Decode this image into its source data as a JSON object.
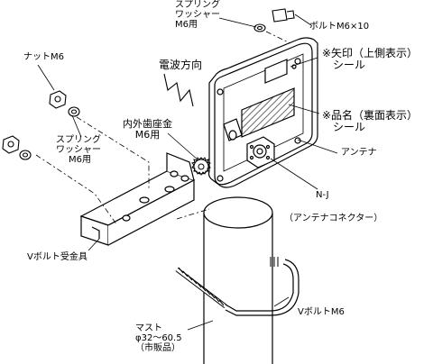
{
  "labels": {
    "spring_washer_top": [
      "スプリング",
      "ワッシャー",
      "M6用"
    ],
    "bolt_m6x10": "ボルトM6×10",
    "nut_m6": "ナットM6",
    "wave_direction": "電波方向",
    "arrow_mark": [
      "※矢印（上側表示）",
      "シール"
    ],
    "internal_washer": [
      "内外歯座金",
      "M6用"
    ],
    "product_name": [
      "※品名（裏面表示）",
      "シール"
    ],
    "spring_washer_left": [
      "スプリング",
      "ワッシャー",
      "M6用"
    ],
    "antenna": "アンテナ",
    "nj": "N-J",
    "antenna_connector": "（アンテナコネクター）",
    "v_bracket": "Vボルト受金具",
    "v_bolt": "VボルトM6",
    "mast": [
      "マスト",
      "φ32～60.5",
      "（市販品）"
    ]
  },
  "colors": {
    "line": "#000000",
    "face": "#ffffff",
    "hatch": "#444444"
  }
}
